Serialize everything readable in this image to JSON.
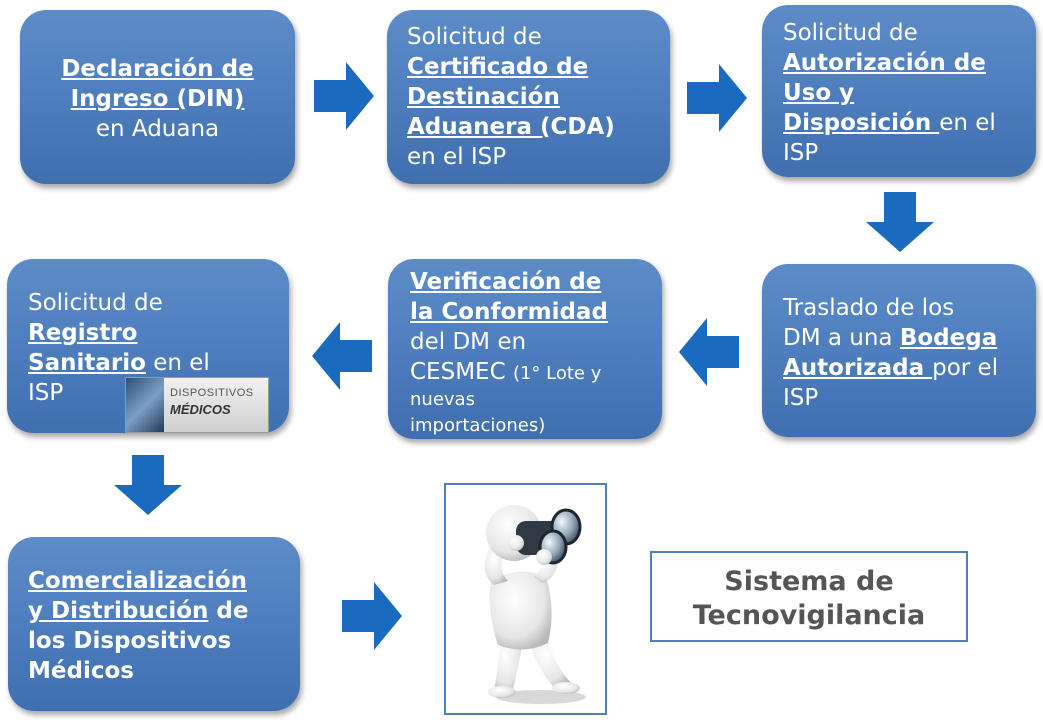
{
  "colors": {
    "box": "#4f7fbf",
    "arrow": "#1a6bbf",
    "text": "#ffffff"
  },
  "box1": {
    "l1": "Declaración de",
    "l2a": "Ingreso (",
    "l2b": "DIN",
    "l2c": ")",
    "l3": "en Aduana"
  },
  "box2": {
    "l1": "Solicitud de",
    "l2": "Certificado de",
    "l3": "Destinación",
    "l4a": "Aduanera (",
    "l4b": "CDA)",
    "l5": "en el ISP"
  },
  "box3": {
    "l1": "Solicitud de",
    "l2": "Autorización de",
    "l3": "Uso y",
    "l4a": "Disposición ",
    "l4b": "en el",
    "l5": "ISP"
  },
  "box4": {
    "l1": "Traslado de los",
    "l2a": "DM a una ",
    "l2b": "Bodega",
    "l3a": "Autorizada ",
    "l3b": "por el",
    "l4": "ISP"
  },
  "box5": {
    "l1": "Verificación de",
    "l2": "la Conformidad",
    "l3": "del DM en",
    "l4a": "CESMEC ",
    "l4b": "(1° Lote y",
    "l5": "nuevas",
    "l6": "importaciones)"
  },
  "box6": {
    "l1": "Solicitud de",
    "l2": "Registro",
    "l3a": "Sanitario",
    "l3b": " en el",
    "l4": "ISP"
  },
  "dm_logo": {
    "line1": "DISPOSITIVOS",
    "line2": "MÉDICOS"
  },
  "box7": {
    "l1": "Comercialización",
    "l2a": "y Distribución",
    "l2b": " de",
    "l3": "los Dispositivos",
    "l4": "Médicos"
  },
  "tecno": {
    "l1": "Sistema de",
    "l2": "Tecnovigilancia"
  }
}
